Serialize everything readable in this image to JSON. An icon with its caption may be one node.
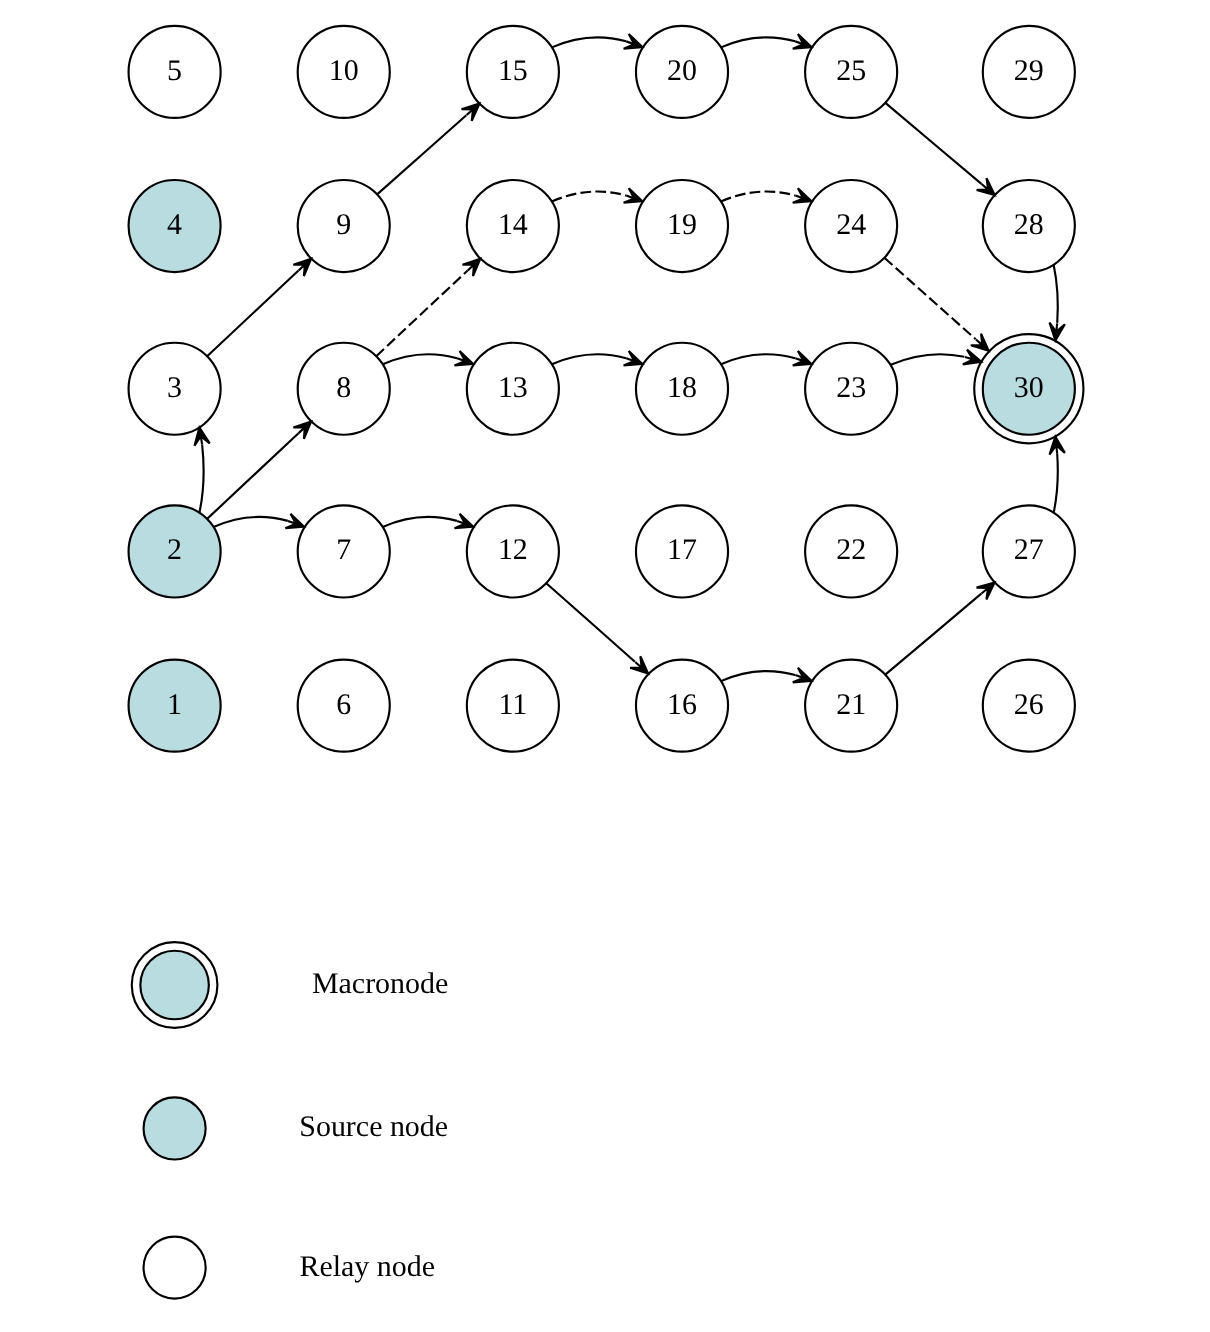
{
  "diagram": {
    "nodes": [
      {
        "text": [
          "1"
        ]
      },
      {
        "text": [
          "2"
        ]
      },
      {
        "text": [
          "3"
        ]
      },
      {
        "text": [
          "4"
        ]
      },
      {
        "text": [
          "5"
        ]
      },
      {
        "text": [
          "6"
        ]
      },
      {
        "text": [
          "7"
        ]
      },
      {
        "text": [
          "8"
        ]
      },
      {
        "text": [
          "9"
        ]
      },
      {
        "text": [
          "10"
        ]
      },
      {
        "text": [
          "11"
        ]
      },
      {
        "text": [
          "12"
        ]
      },
      {
        "text": [
          "13"
        ]
      },
      {
        "text": [
          "14"
        ]
      },
      {
        "text": [
          "15"
        ]
      },
      {
        "text": [
          "16"
        ]
      },
      {
        "text": [
          "17"
        ]
      },
      {
        "text": [
          "18"
        ]
      },
      {
        "text": [
          "19"
        ]
      },
      {
        "text": [
          "20"
        ]
      },
      {
        "text": [
          "21"
        ]
      },
      {
        "text": [
          "22"
        ]
      },
      {
        "text": [
          "23"
        ]
      },
      {
        "text": [
          "24"
        ]
      },
      {
        "text": [
          "25"
        ]
      },
      {
        "text": [
          "26"
        ]
      },
      {
        "text": [
          "27"
        ]
      },
      {
        "text": [
          "28"
        ]
      },
      {
        "text": [
          "29"
        ]
      },
      {
        "text": [
          "30"
        ]
      },
      {
        "text": [],
        "shape": "circle"
      },
      {
        "text": [],
        "shape": "circle"
      },
      {
        "text": [],
        "shape": "circle"
      }
    ],
    "edges": [
      {
        "from": 1,
        "to": 2,
        "arrow": "to"
      },
      {
        "from": 2,
        "to": 8,
        "arrow": "to"
      },
      {
        "from": 8,
        "to": 14,
        "arrow": "to"
      },
      {
        "from": 14,
        "to": 19,
        "arrow": "to"
      },
      {
        "from": 19,
        "to": 24,
        "arrow": "to"
      },
      {
        "from": 24,
        "to": 27,
        "arrow": "to"
      },
      {
        "from": 27,
        "to": 29,
        "arrow": "to"
      },
      {
        "from": 1,
        "to": 7,
        "arrow": "to"
      },
      {
        "from": 7,
        "to": 13,
        "arrow": "to",
        "style": "dashed"
      },
      {
        "from": 13,
        "to": 18,
        "arrow": "to",
        "style": "dashed"
      },
      {
        "from": 18,
        "to": 23,
        "arrow": "to",
        "style": "dashed"
      },
      {
        "from": 23,
        "to": 29,
        "arrow": "to",
        "style": "dashed"
      },
      {
        "from": 7,
        "to": 12,
        "arrow": "to"
      },
      {
        "from": 12,
        "to": 17,
        "arrow": "to"
      },
      {
        "from": 17,
        "to": 22,
        "arrow": "to"
      },
      {
        "from": 22,
        "to": 29,
        "arrow": "to"
      },
      {
        "from": 1,
        "to": 6,
        "arrow": "to"
      },
      {
        "from": 6,
        "to": 11,
        "arrow": "to"
      },
      {
        "from": 11,
        "to": 15,
        "arrow": "to"
      },
      {
        "from": 15,
        "to": 20,
        "arrow": "to"
      },
      {
        "from": 20,
        "to": 26,
        "arrow": "to"
      },
      {
        "from": 26,
        "to": 29,
        "arrow": "to"
      }
    ],
    "legend": [
      {
        "text": "Macronode"
      },
      {
        "text": "Source node"
      },
      {
        "text": "Relay node"
      }
    ]
  }
}
